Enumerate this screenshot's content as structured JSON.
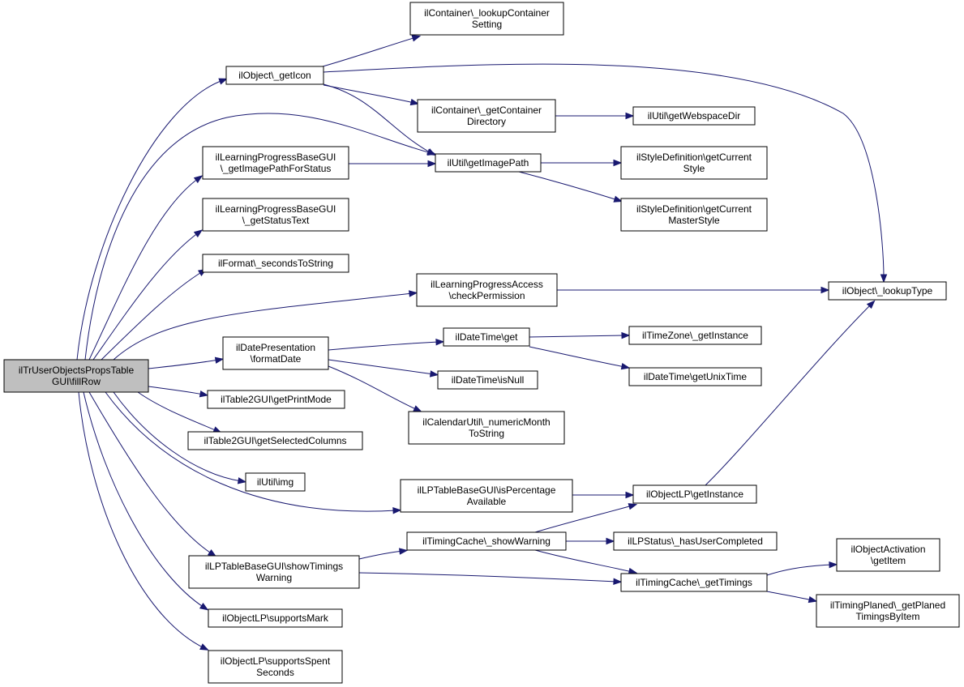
{
  "diagram": {
    "root": "ilTrUserObjectsPropsTableGUI\\fillRow",
    "colors": {
      "edge": "#191970",
      "node_border": "#000000",
      "root_fill": "#bfbfbf",
      "node_fill": "#ffffff"
    },
    "nodes": [
      {
        "id": "root",
        "lines": [
          "ilTrUserObjectsPropsTable",
          "GUI\\fillRow"
        ]
      },
      {
        "id": "getIcon",
        "lines": [
          "ilObject\\_getIcon"
        ]
      },
      {
        "id": "lookupContainerSetting",
        "lines": [
          "ilContainer\\_lookupContainer",
          "Setting"
        ]
      },
      {
        "id": "getContainerDirectory",
        "lines": [
          "ilContainer\\_getContainer",
          "Directory"
        ]
      },
      {
        "id": "getWebspaceDir",
        "lines": [
          "ilUtil\\getWebspaceDir"
        ]
      },
      {
        "id": "lpGetImagePathForStatus",
        "lines": [
          "ilLearningProgressBaseGUI",
          "\\_getImagePathForStatus"
        ]
      },
      {
        "id": "getImagePath",
        "lines": [
          "ilUtil\\getImagePath"
        ]
      },
      {
        "id": "getCurrentStyle",
        "lines": [
          "ilStyleDefinition\\getCurrent",
          "Style"
        ]
      },
      {
        "id": "getCurrentMasterStyle",
        "lines": [
          "ilStyleDefinition\\getCurrent",
          "MasterStyle"
        ]
      },
      {
        "id": "lpGetStatusText",
        "lines": [
          "ilLearningProgressBaseGUI",
          "\\_getStatusText"
        ]
      },
      {
        "id": "secondsToString",
        "lines": [
          "ilFormat\\_secondsToString"
        ]
      },
      {
        "id": "checkPermission",
        "lines": [
          "ilLearningProgressAccess",
          "\\checkPermission"
        ]
      },
      {
        "id": "lookupType",
        "lines": [
          "ilObject\\_lookupType"
        ]
      },
      {
        "id": "formatDate",
        "lines": [
          "ilDatePresentation",
          "\\formatDate"
        ]
      },
      {
        "id": "dtGet",
        "lines": [
          "ilDateTime\\get"
        ]
      },
      {
        "id": "tzGetInstance",
        "lines": [
          "ilTimeZone\\_getInstance"
        ]
      },
      {
        "id": "dtIsNull",
        "lines": [
          "ilDateTime\\isNull"
        ]
      },
      {
        "id": "dtGetUnixTime",
        "lines": [
          "ilDateTime\\getUnixTime"
        ]
      },
      {
        "id": "getPrintMode",
        "lines": [
          "ilTable2GUI\\getPrintMode"
        ]
      },
      {
        "id": "numericMonthToString",
        "lines": [
          "ilCalendarUtil\\_numericMonth",
          "ToString"
        ]
      },
      {
        "id": "getSelectedColumns",
        "lines": [
          "ilTable2GUI\\getSelectedColumns"
        ]
      },
      {
        "id": "utilImg",
        "lines": [
          "ilUtil\\img"
        ]
      },
      {
        "id": "isPercentageAvailable",
        "lines": [
          "ilLPTableBaseGUI\\isPercentage",
          "Available"
        ]
      },
      {
        "id": "lpGetInstance",
        "lines": [
          "ilObjectLP\\getInstance"
        ]
      },
      {
        "id": "showWarning",
        "lines": [
          "ilTimingCache\\_showWarning"
        ]
      },
      {
        "id": "hasUserCompleted",
        "lines": [
          "ilLPStatus\\_hasUserCompleted"
        ]
      },
      {
        "id": "showTimingsWarning",
        "lines": [
          "ilLPTableBaseGUI\\showTimings",
          "Warning"
        ]
      },
      {
        "id": "getTimings",
        "lines": [
          "ilTimingCache\\_getTimings"
        ]
      },
      {
        "id": "activationGetItem",
        "lines": [
          "ilObjectActivation",
          "\\getItem"
        ]
      },
      {
        "id": "getPlanedTimings",
        "lines": [
          "ilTimingPlaned\\_getPlaned",
          "TimingsByItem"
        ]
      },
      {
        "id": "supportsMark",
        "lines": [
          "ilObjectLP\\supportsMark"
        ]
      },
      {
        "id": "supportsSpentSeconds",
        "lines": [
          "ilObjectLP\\supportsSpent",
          "Seconds"
        ]
      }
    ],
    "edges": [
      [
        "root",
        "getIcon"
      ],
      [
        "root",
        "getImagePath"
      ],
      [
        "root",
        "lpGetImagePathForStatus"
      ],
      [
        "root",
        "lpGetStatusText"
      ],
      [
        "root",
        "secondsToString"
      ],
      [
        "root",
        "checkPermission"
      ],
      [
        "root",
        "formatDate"
      ],
      [
        "root",
        "getPrintMode"
      ],
      [
        "root",
        "getSelectedColumns"
      ],
      [
        "root",
        "utilImg"
      ],
      [
        "root",
        "isPercentageAvailable"
      ],
      [
        "root",
        "showTimingsWarning"
      ],
      [
        "root",
        "supportsMark"
      ],
      [
        "root",
        "supportsSpentSeconds"
      ],
      [
        "getIcon",
        "lookupContainerSetting"
      ],
      [
        "getIcon",
        "getContainerDirectory"
      ],
      [
        "getIcon",
        "getImagePath"
      ],
      [
        "getIcon",
        "lookupType"
      ],
      [
        "getContainerDirectory",
        "getWebspaceDir"
      ],
      [
        "lpGetImagePathForStatus",
        "getImagePath"
      ],
      [
        "getImagePath",
        "getCurrentStyle"
      ],
      [
        "getImagePath",
        "getCurrentMasterStyle"
      ],
      [
        "checkPermission",
        "lookupType"
      ],
      [
        "formatDate",
        "dtGet"
      ],
      [
        "formatDate",
        "dtIsNull"
      ],
      [
        "formatDate",
        "numericMonthToString"
      ],
      [
        "dtGet",
        "tzGetInstance"
      ],
      [
        "dtGet",
        "dtGetUnixTime"
      ],
      [
        "isPercentageAvailable",
        "lpGetInstance"
      ],
      [
        "lpGetInstance",
        "lookupType"
      ],
      [
        "showTimingsWarning",
        "showWarning"
      ],
      [
        "showTimingsWarning",
        "getTimings"
      ],
      [
        "showWarning",
        "lpGetInstance"
      ],
      [
        "showWarning",
        "hasUserCompleted"
      ],
      [
        "showWarning",
        "getTimings"
      ],
      [
        "getTimings",
        "activationGetItem"
      ],
      [
        "getTimings",
        "getPlanedTimings"
      ]
    ]
  }
}
